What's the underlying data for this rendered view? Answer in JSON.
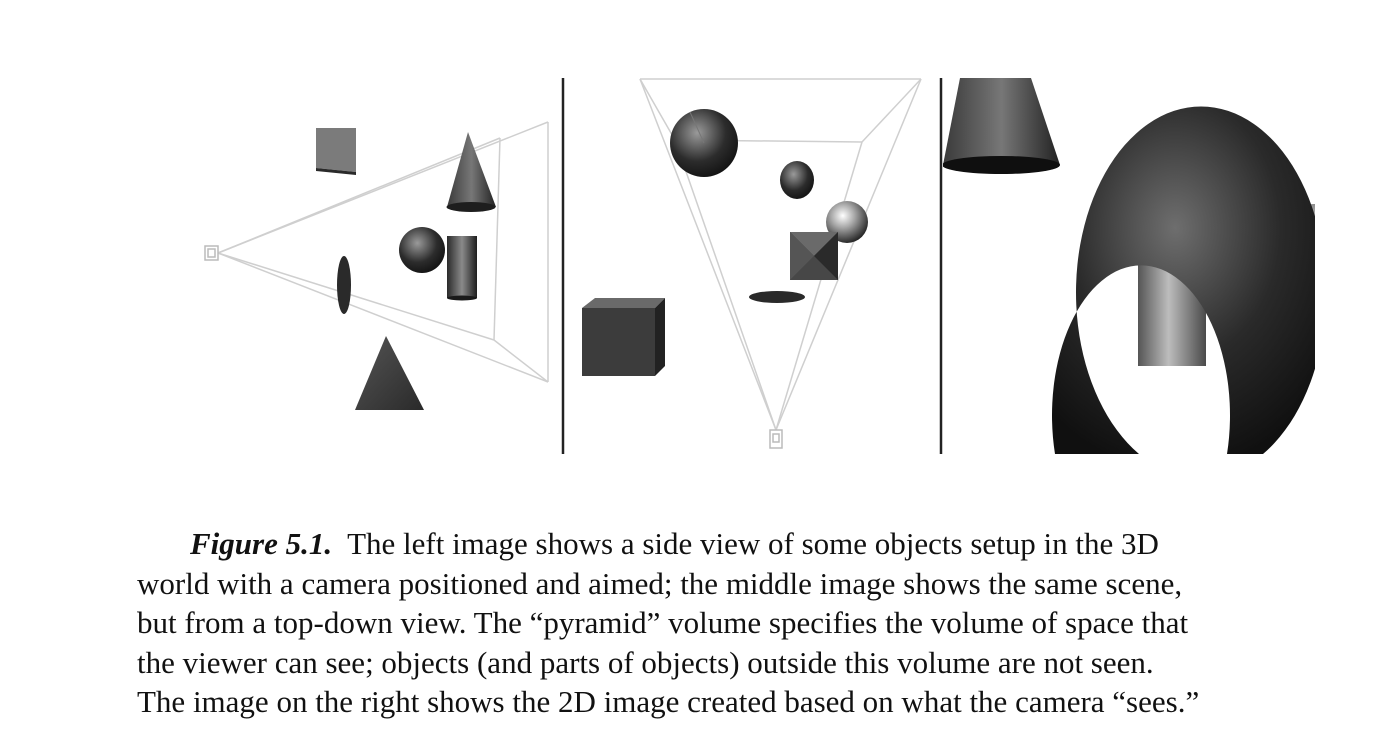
{
  "figure": {
    "panels": [
      {
        "id": "left",
        "view": "side view"
      },
      {
        "id": "middle",
        "view": "top-down view"
      },
      {
        "id": "right",
        "view": "2D image seen by camera"
      }
    ]
  },
  "caption": {
    "label": "Figure 5.1.",
    "line1": "The left image shows a side view of some objects setup in the 3D",
    "line2": "world with a camera positioned and aimed; the middle image shows the same scene,",
    "line3": "but from a top-down view. The “pyramid” volume specifies the volume of space that",
    "line4": "the viewer can see; objects (and parts of objects) outside this volume are not seen.",
    "line5": "The image on the right shows the 2D image created based on what the camera “sees.”"
  }
}
